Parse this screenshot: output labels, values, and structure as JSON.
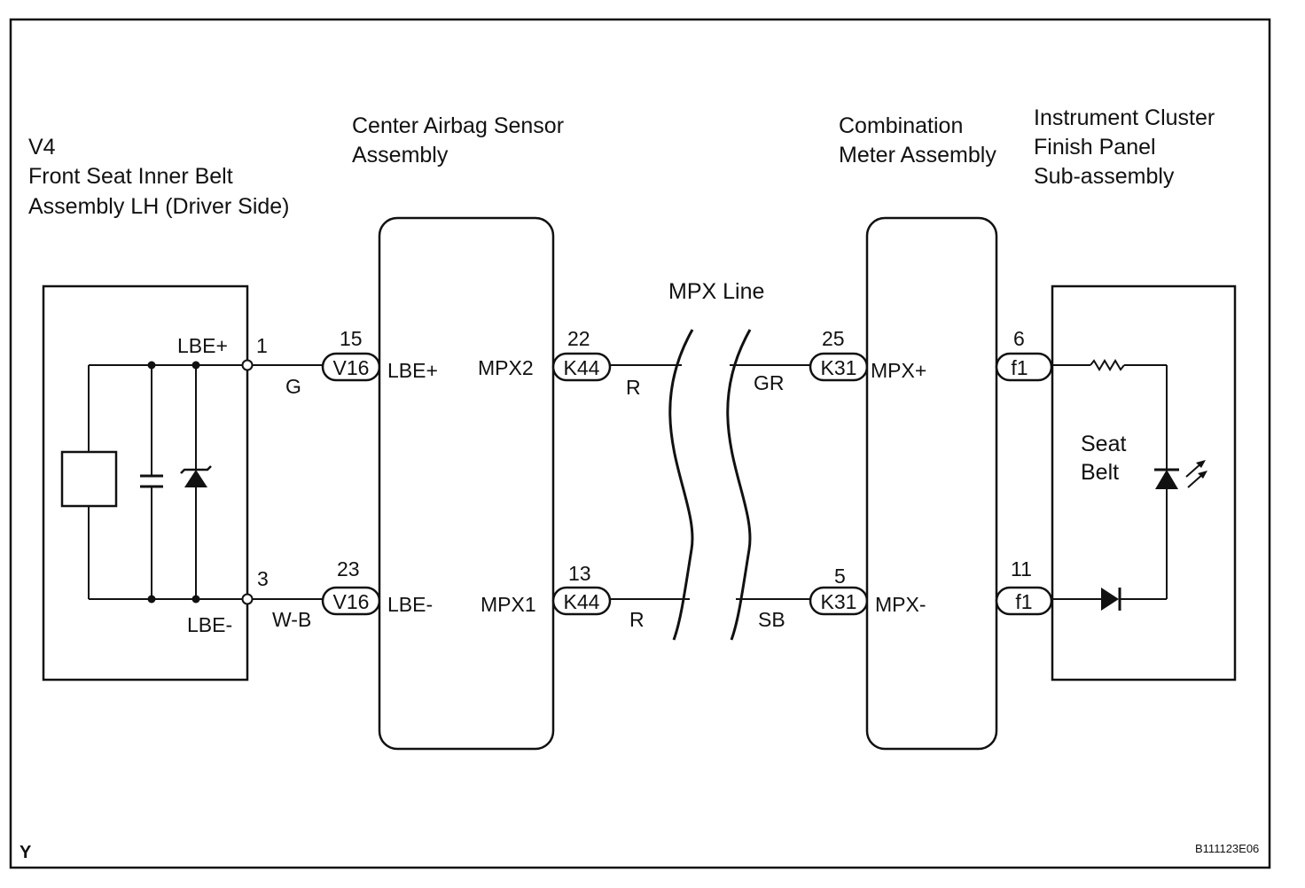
{
  "frame": {
    "corner_mark": "Y",
    "figure_id": "B111123E06"
  },
  "components": {
    "seat_belt": {
      "code": "V4",
      "name_lines": [
        "Front Seat Inner Belt",
        "Assembly LH (Driver Side)"
      ]
    },
    "airbag_sensor": {
      "name_lines": [
        "Center Airbag Sensor",
        "Assembly"
      ]
    },
    "combination_meter": {
      "name_lines": [
        "Combination",
        "Meter Assembly"
      ]
    },
    "instrument_panel": {
      "name_lines": [
        "Instrument Cluster",
        "Finish Panel",
        "Sub-assembly"
      ],
      "indicator_lines": [
        "Seat",
        "Belt"
      ]
    }
  },
  "mpx_line_label": "MPX Line",
  "terminals": {
    "seat_lbe_plus": {
      "label": "LBE+",
      "pin": "1"
    },
    "seat_lbe_minus": {
      "label": "LBE-",
      "pin": "3"
    },
    "airbag_lbe_plus": {
      "label": "LBE+",
      "pin": "15",
      "connector": "V16"
    },
    "airbag_lbe_minus": {
      "label": "LBE-",
      "pin": "23",
      "connector": "V16"
    },
    "airbag_mpx2": {
      "label": "MPX2",
      "pin": "22",
      "connector": "K44"
    },
    "airbag_mpx1": {
      "label": "MPX1",
      "pin": "13",
      "connector": "K44"
    },
    "meter_mpx_plus": {
      "label": "MPX+",
      "pin": "25",
      "connector": "K31"
    },
    "meter_mpx_minus": {
      "label": "MPX-",
      "pin": "5",
      "connector": "K31"
    },
    "panel_top": {
      "pin": "6",
      "connector": "f1"
    },
    "panel_bottom": {
      "pin": "11",
      "connector": "f1"
    }
  },
  "wire_colors": {
    "seat_to_airbag_top": "G",
    "seat_to_airbag_bottom": "W-B",
    "airbag_mpx_top": "R",
    "airbag_mpx_bottom": "R",
    "meter_mpx_top": "GR",
    "meter_mpx_bottom": "SB"
  }
}
